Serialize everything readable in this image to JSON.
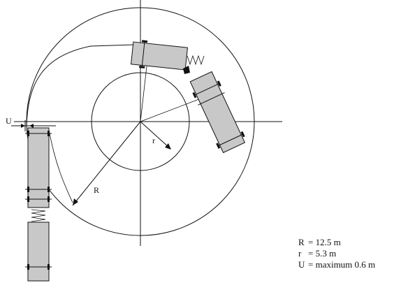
{
  "labels": {
    "big_radius": "R",
    "small_radius": "r",
    "offset": "U"
  },
  "legend": [
    {
      "symbol": "R",
      "text": "= 12.5 m"
    },
    {
      "symbol": "r",
      "text": "= 5.3 m"
    },
    {
      "symbol": "U",
      "text": "= maximum 0.6 m"
    }
  ],
  "colors": {
    "vehicle_fill": "#c8c8c8",
    "line": "#111111"
  }
}
